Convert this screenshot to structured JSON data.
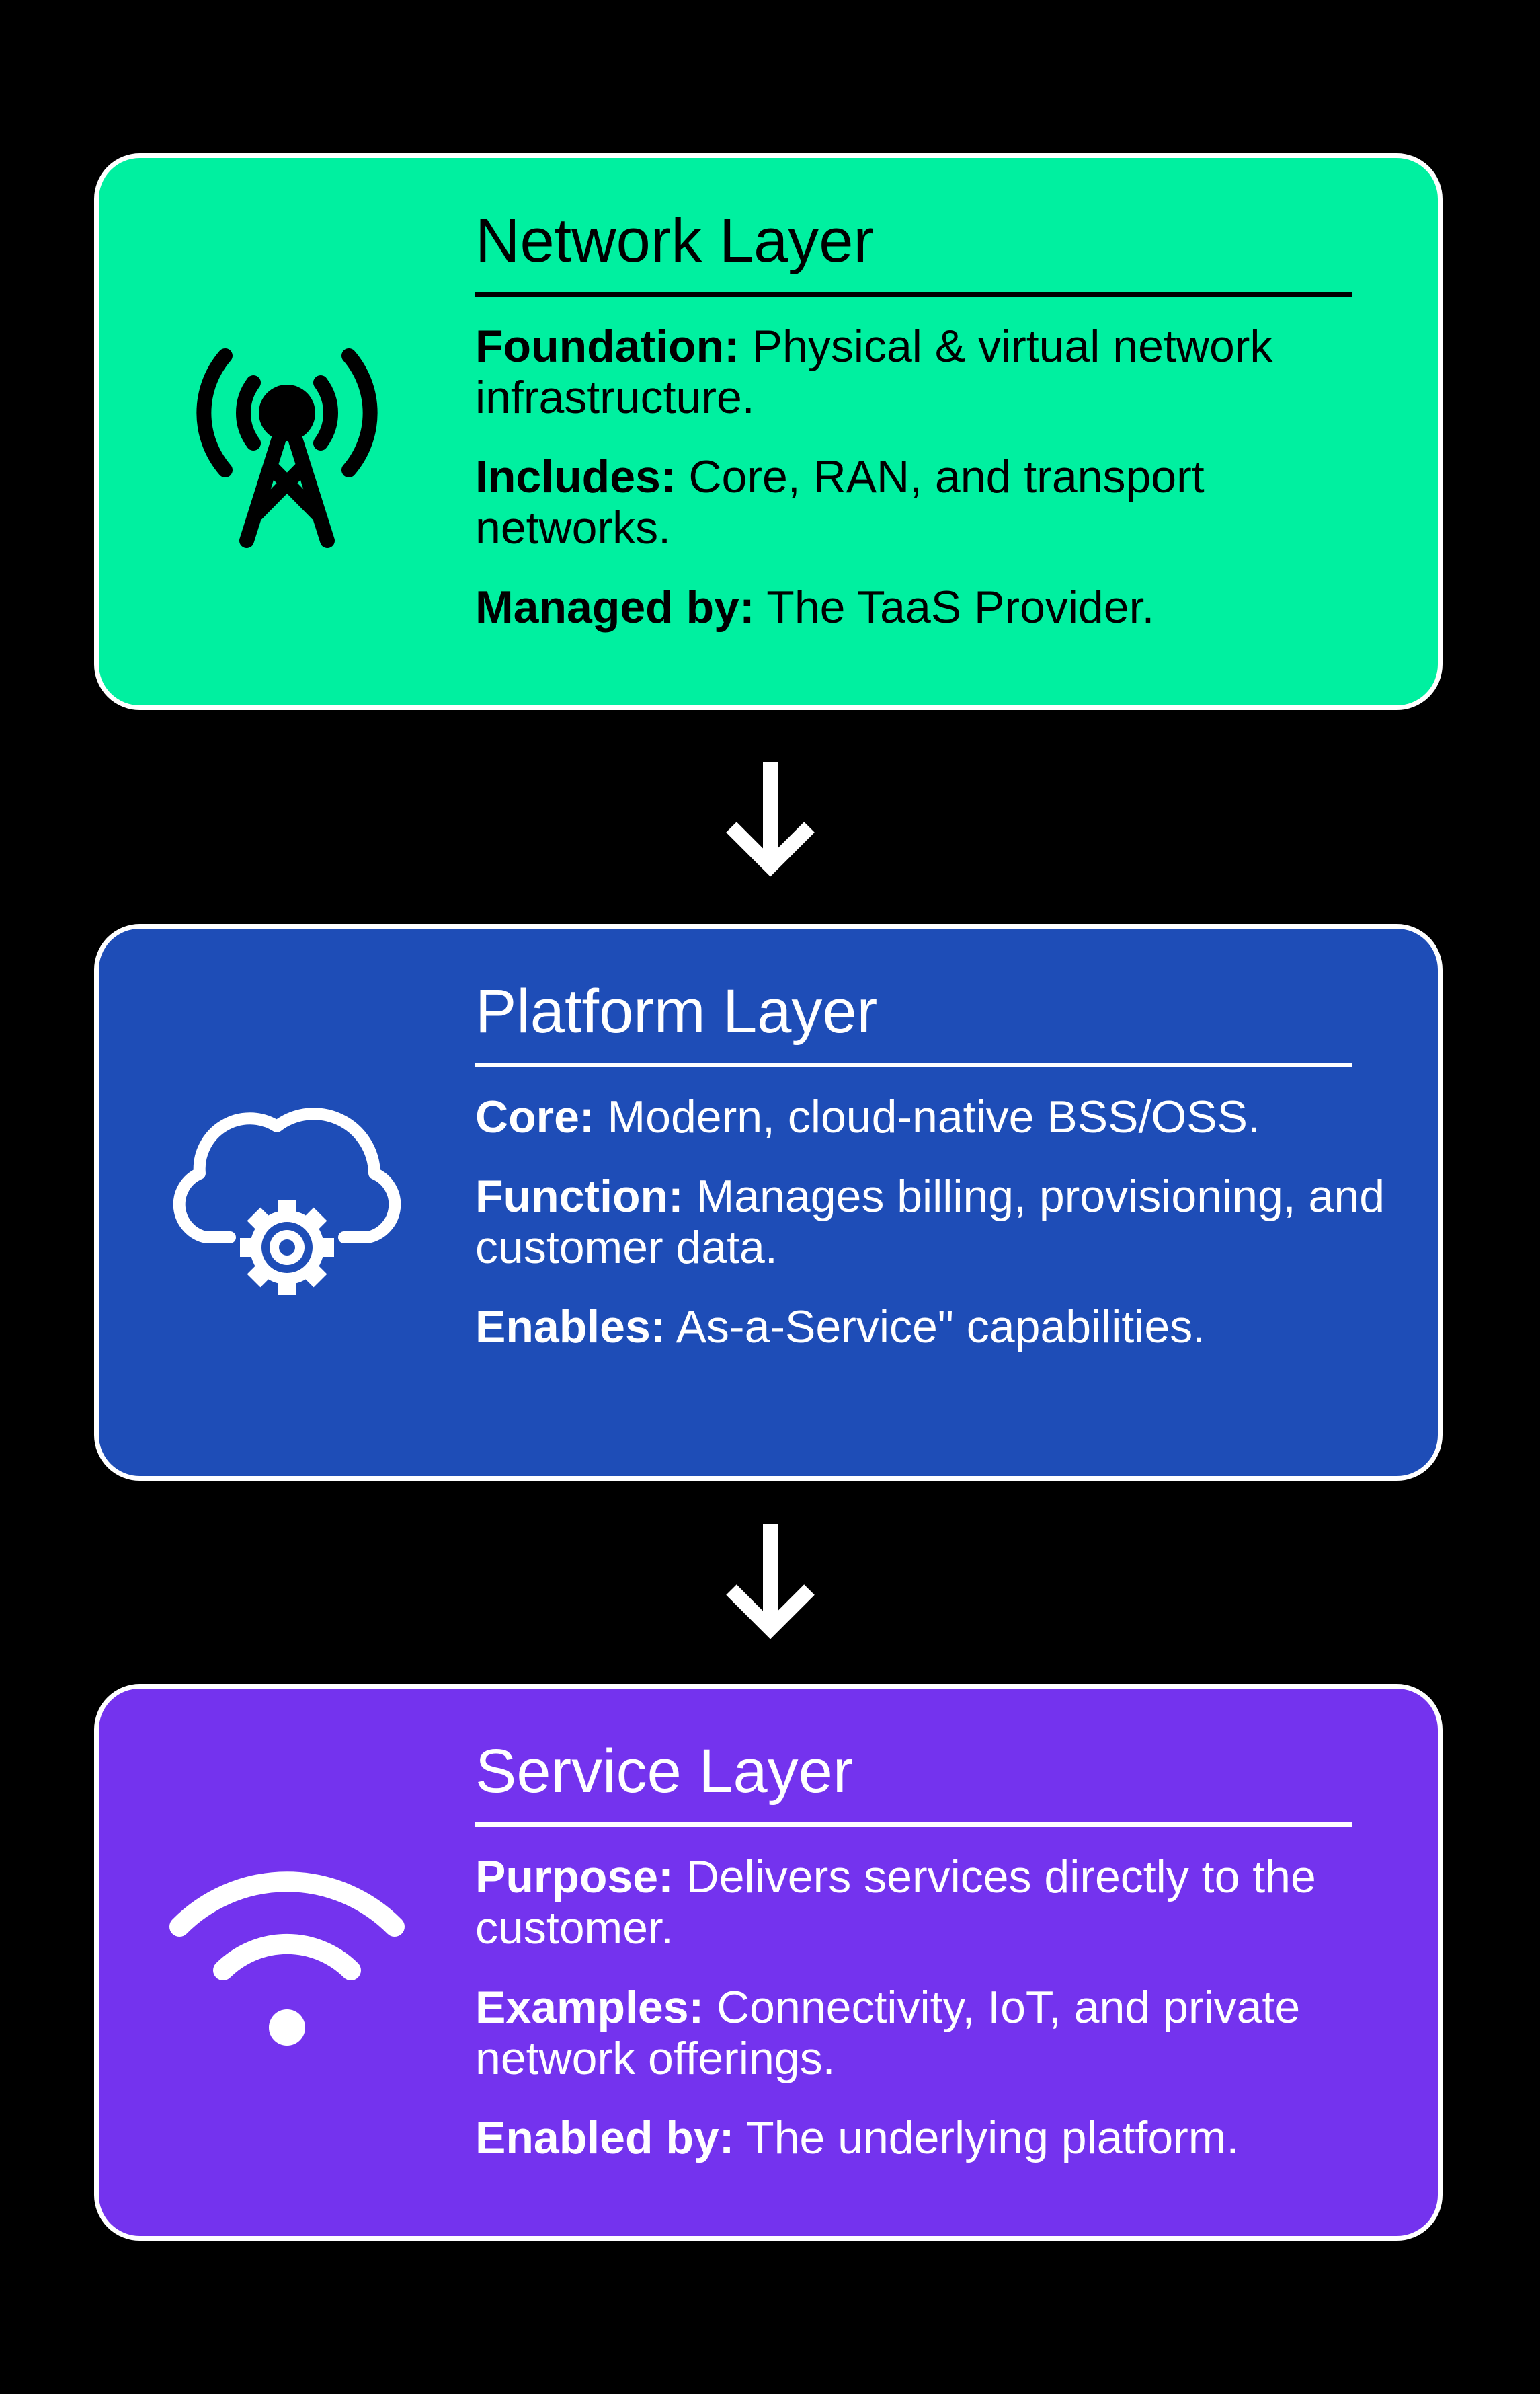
{
  "colors": {
    "background": "#000000",
    "network_fill": "#00F0A0",
    "platform_fill": "#1E4DB7",
    "service_fill": "#7433EE",
    "border": "#FFFFFF"
  },
  "layers": [
    {
      "title": "Network Layer",
      "icon": "cell-tower-icon",
      "items": [
        {
          "label": "Foundation:",
          "text": "Physical & virtual network infrastructure."
        },
        {
          "label": "Includes:",
          "text": "Core, RAN, and transport networks."
        },
        {
          "label": "Managed by:",
          "text": "The TaaS Provider."
        }
      ]
    },
    {
      "title": "Platform Layer",
      "icon": "cloud-gear-icon",
      "items": [
        {
          "label": "Core:",
          "text": "Modern, cloud-native BSS/OSS."
        },
        {
          "label": "Function:",
          "text": "Manages billing, provisioning, and customer data."
        },
        {
          "label": "Enables:",
          "text": "As-a-Service\" capabilities."
        }
      ]
    },
    {
      "title": "Service Layer",
      "icon": "wifi-icon",
      "items": [
        {
          "label": "Purpose:",
          "text": "Delivers services directly to the customer."
        },
        {
          "label": "Examples:",
          "text": "Connectivity, IoT, and private network offerings."
        },
        {
          "label": "Enabled by:",
          "text": "The underlying platform."
        }
      ]
    }
  ],
  "arrows": [
    "down-arrow-icon",
    "down-arrow-icon"
  ]
}
